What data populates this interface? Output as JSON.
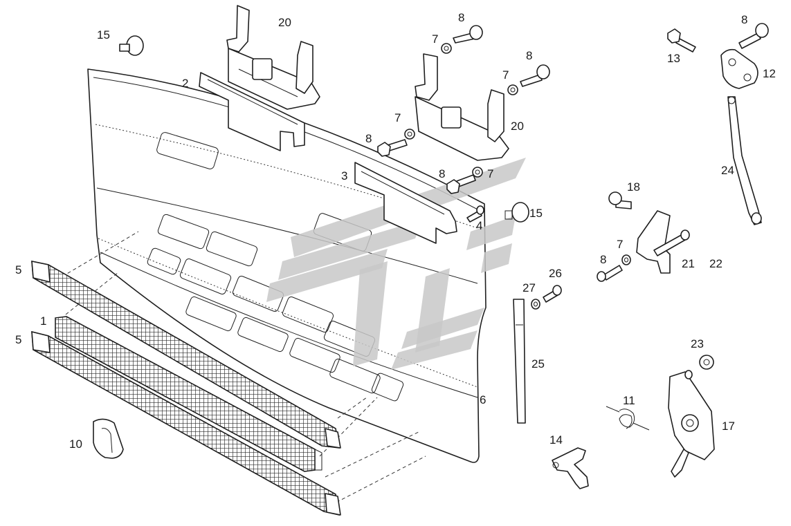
{
  "labels": {
    "l1": "1",
    "l2": "2",
    "l3": "3",
    "l4": "4",
    "l5a": "5",
    "l5b": "5",
    "l6": "6",
    "l7a": "7",
    "l7b": "7",
    "l7c": "7",
    "l7d": "7",
    "l7e": "7",
    "l8a": "8",
    "l8b": "8",
    "l8c": "8",
    "l8d": "8",
    "l8e": "8",
    "l8f": "8",
    "l10": "10",
    "l11": "11",
    "l12": "12",
    "l13": "13",
    "l14": "14",
    "l15a": "15",
    "l15b": "15",
    "l17": "17",
    "l18": "18",
    "l20a": "20",
    "l20b": "20",
    "l21": "21",
    "l22": "22",
    "l23": "23",
    "l24": "24",
    "l25": "25",
    "l26": "26",
    "l27": "27"
  }
}
